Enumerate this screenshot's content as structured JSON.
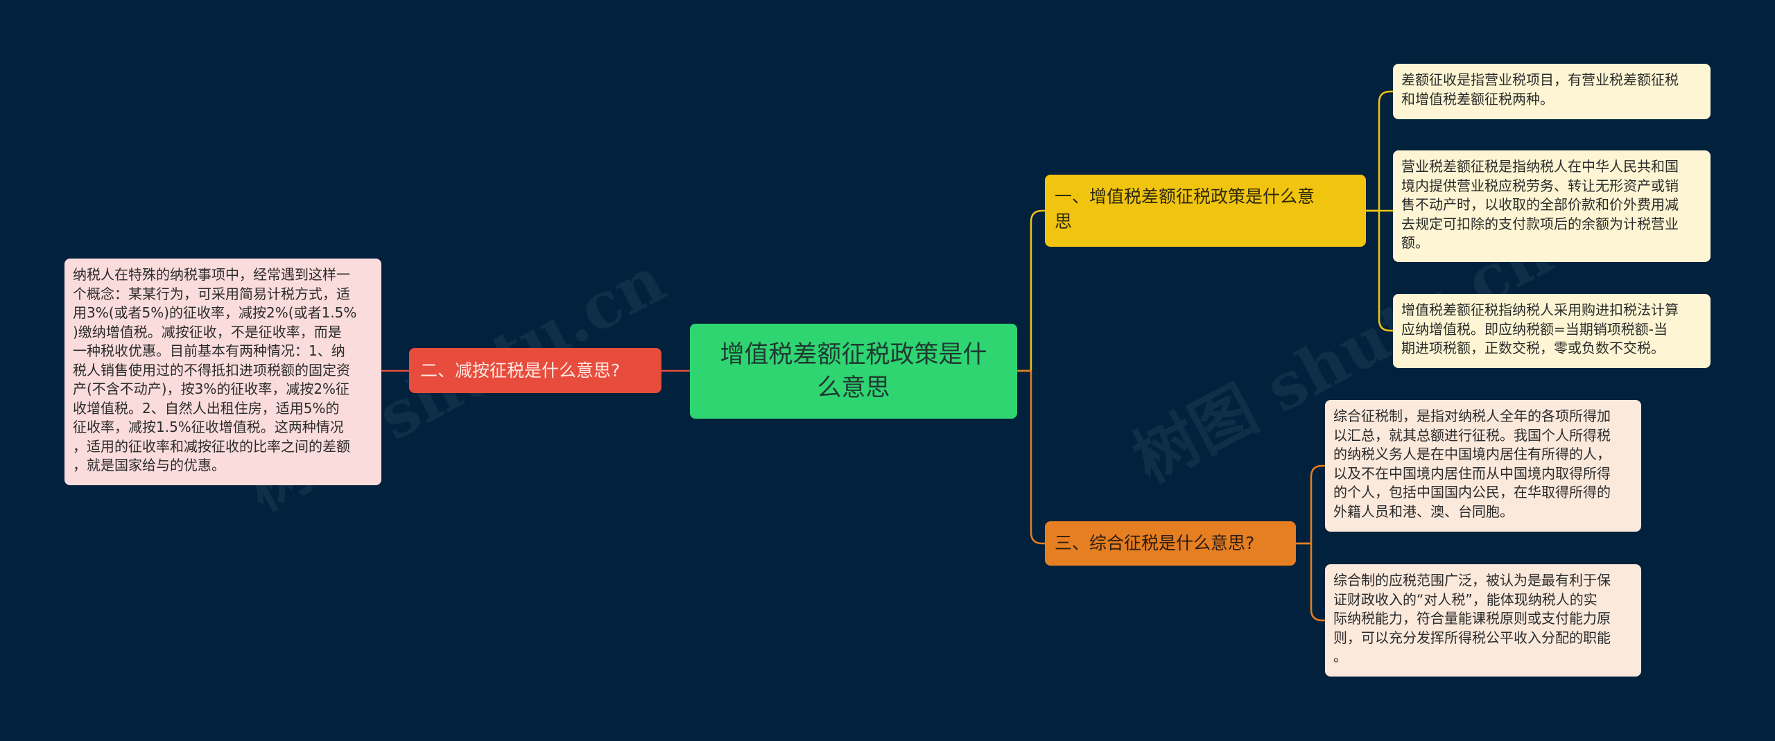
{
  "colors": {
    "background": "#01213c",
    "center": "#2fd571",
    "branch_1": "#f1c40f",
    "branch_2": "#e74c3c",
    "branch_3": "#e67e22",
    "leaf_yellow": "#fdf5d3",
    "leaf_orange": "#fbe9dc",
    "leaf_pink": "#fbdcdc",
    "connector_yellow": "#f1c40f",
    "connector_red": "#e74c3c",
    "connector_orange": "#e67e22"
  },
  "center": {
    "label": "增值税差额征税政策是什\n么意思"
  },
  "branches": [
    {
      "label": "一、增值税差额征税政策是什么意\n思",
      "leaves": [
        "差额征收是指营业税项目，有营业税差额征税\n和增值税差额征税两种。",
        "营业税差额征税是指纳税人在中华人民共和国\n境内提供营业税应税劳务、转让无形资产或销\n售不动产时，以收取的全部价款和价外费用减\n去规定可扣除的支付款项后的余额为计税营业\n额。",
        "增值税差额征税指纳税人采用购进扣税法计算\n应纳增值税。即应纳税额=当期销项税额-当\n期进项税额，正数交税，零或负数不交税。"
      ]
    },
    {
      "label": "二、减按征税是什么意思?",
      "leaves": [
        "纳税人在特殊的纳税事项中，经常遇到这样一\n个概念：某某行为，可采用简易计税方式，适\n用3%(或者5%)的征收率，减按2%(或者1.5%\n)缴纳增值税。减按征收，不是征收率，而是\n一种税收优惠。目前基本有两种情况：1、纳\n税人销售使用过的不得抵扣进项税额的固定资\n产(不含不动产)，按3%的征收率，减按2%征\n收增值税。2、自然人出租住房，适用5%的\n征收率，减按1.5%征收增值税。这两种情况\n，适用的征收率和减按征收的比率之间的差额\n，就是国家给与的优惠。"
      ]
    },
    {
      "label": "三、综合征税是什么意思?",
      "leaves": [
        "综合征税制，是指对纳税人全年的各项所得加\n以汇总，就其总额进行征税。我国个人所得税\n的纳税义务人是在中国境内居住有所得的人，\n以及不在中国境内居住而从中国境内取得所得\n的个人，包括中国国内公民，在华取得所得的\n外籍人员和港、澳、台同胞。",
        "综合制的应税范围广泛，被认为是最有利于保\n证财政收入的“对人税”，能体现纳税人的实\n际纳税能力，符合量能课税原则或支付能力原\n则，可以充分发挥所得税公平收入分配的职能\n。"
      ]
    }
  ],
  "watermark": {
    "left": "树图 shutu.cn",
    "right": "树图 shutu.cn"
  }
}
